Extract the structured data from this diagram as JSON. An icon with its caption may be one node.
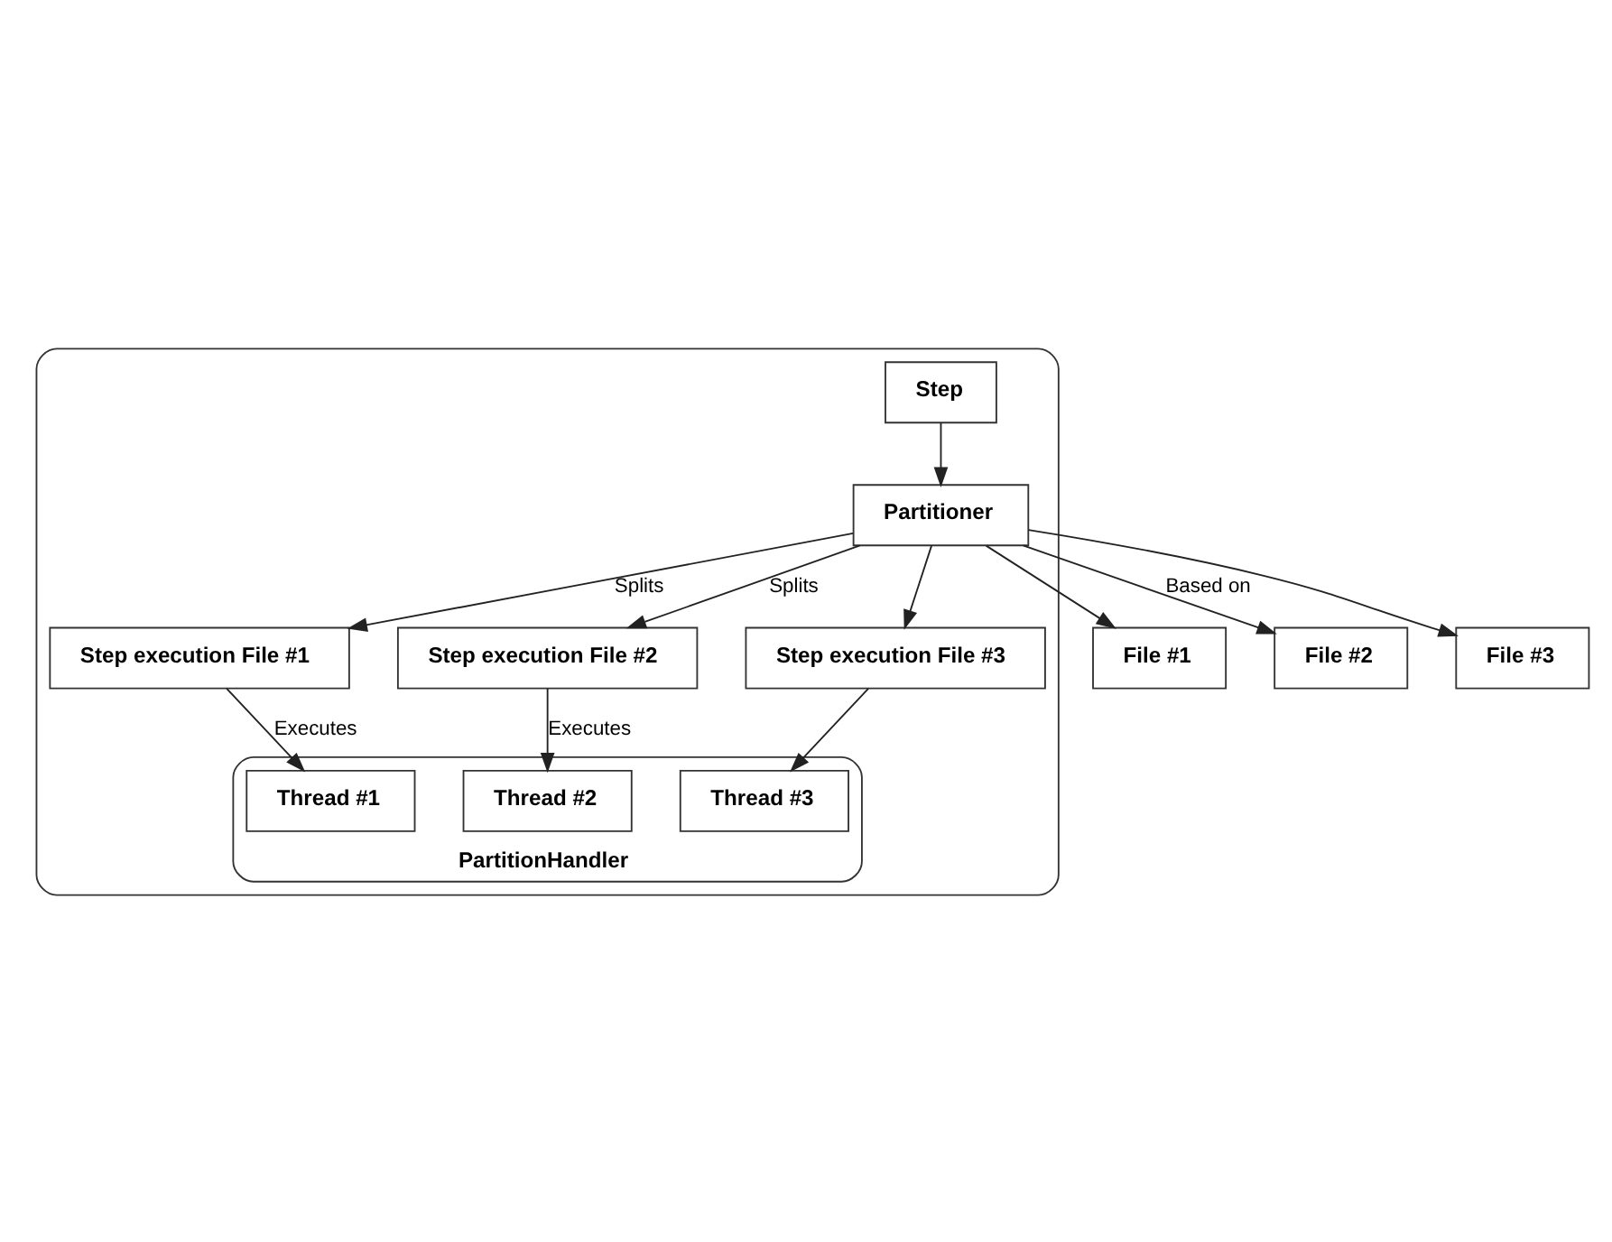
{
  "diagram": {
    "nodes": [
      {
        "text": [],
        "shape": "box"
      },
      {
        "text": [
          "Step"
        ],
        "in": 0
      },
      {
        "text": [
          "Partitioner"
        ],
        "in": 0
      },
      {
        "text": [
          "Step execution File #1"
        ],
        "in": 0
      },
      {
        "text": [
          "Step execution File #2"
        ],
        "in": 0
      },
      {
        "text": [
          "Step execution File #3"
        ],
        "in": 0
      },
      {
        "text": [
          "PartitionHandler"
        ],
        "in": 0
      },
      {
        "text": [
          "Thread #1"
        ],
        "in": 6
      },
      {
        "text": [
          "Thread #2"
        ],
        "in": 6
      },
      {
        "text": [
          "Thread #3"
        ],
        "in": 6
      },
      {
        "text": [
          "File #1"
        ]
      },
      {
        "text": [
          "File #2"
        ]
      },
      {
        "text": [
          "File #3"
        ]
      }
    ],
    "edges": [
      {
        "from": 1,
        "to": 2,
        "arrow": "to"
      },
      {
        "from": 2,
        "to": 3,
        "arrow": "to",
        "label": "Splits"
      },
      {
        "from": 2,
        "to": 4,
        "arrow": "to",
        "label": "Splits"
      },
      {
        "from": 2,
        "to": 5,
        "arrow": "to"
      },
      {
        "from": 3,
        "to": 7,
        "arrow": "to",
        "label": "Executes"
      },
      {
        "from": 4,
        "to": 8,
        "arrow": "to",
        "label": "Executes"
      },
      {
        "from": 5,
        "to": 9,
        "arrow": "to"
      },
      {
        "from": 2,
        "to": 10,
        "arrow": "to"
      },
      {
        "from": 2,
        "to": 11,
        "arrow": "to",
        "label": "Based on"
      },
      {
        "from": 2,
        "to": 12,
        "arrow": "to"
      }
    ]
  }
}
